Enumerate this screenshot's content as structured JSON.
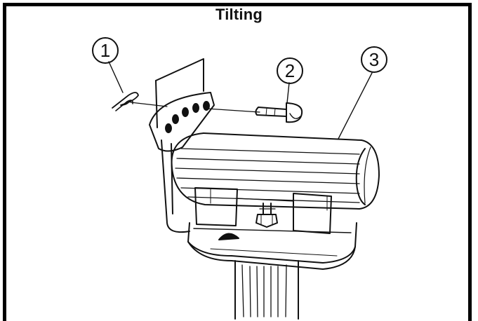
{
  "title": "Tilting",
  "callouts": [
    {
      "id": "1",
      "label": "1"
    },
    {
      "id": "2",
      "label": "2"
    },
    {
      "id": "3",
      "label": "3"
    }
  ],
  "colors": {
    "ink": "#111111",
    "paper": "#ffffff",
    "frame": "#000000"
  }
}
